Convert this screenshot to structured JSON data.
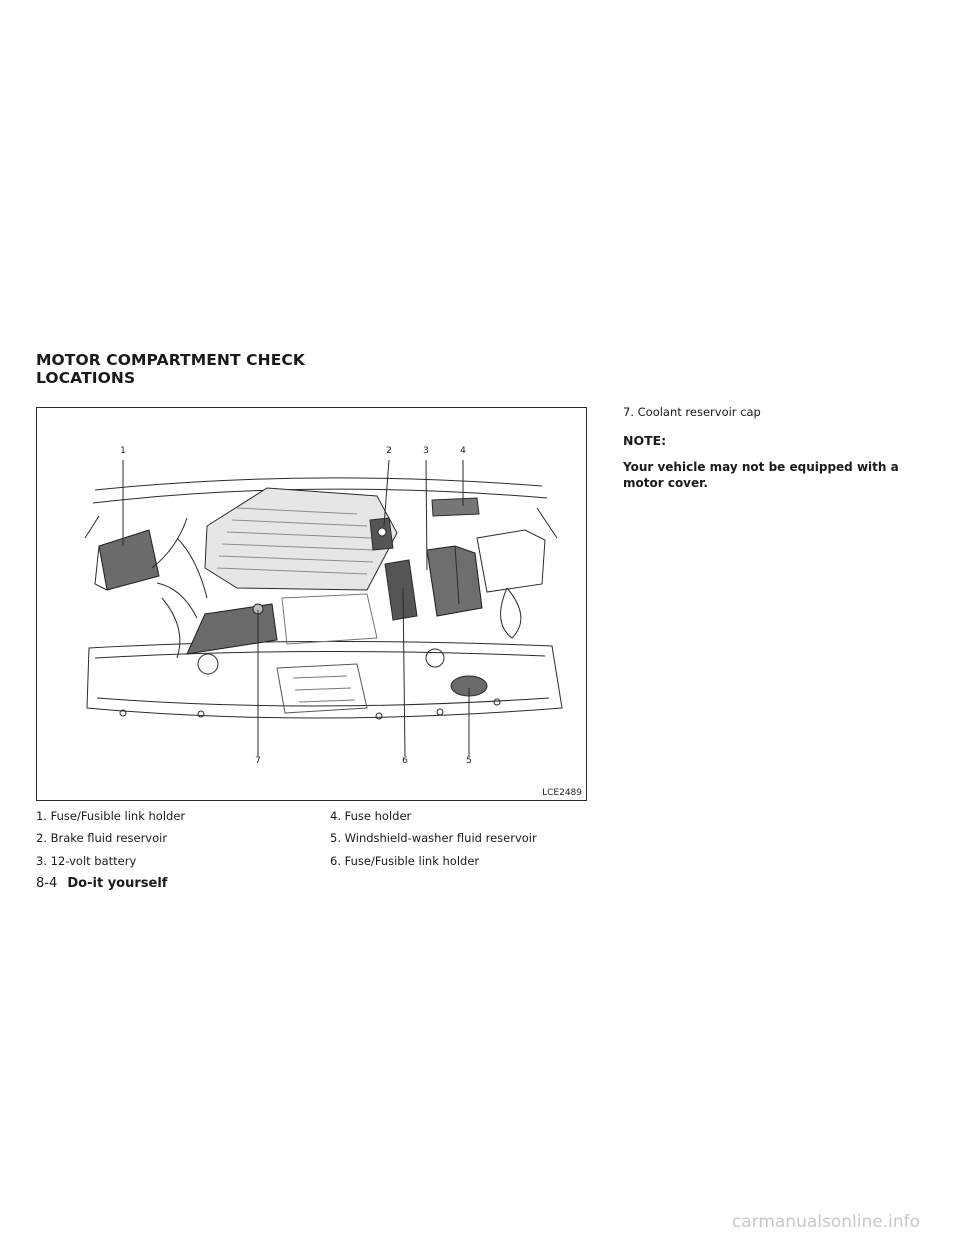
{
  "section": {
    "title_line1": "MOTOR COMPARTMENT CHECK",
    "title_line2": "LOCATIONS"
  },
  "figure": {
    "code": "LCE2489",
    "callouts": [
      "1",
      "2",
      "3",
      "4",
      "5",
      "6",
      "7"
    ]
  },
  "legend": {
    "items": [
      "1. Fuse/Fusible link holder",
      "2. Brake fluid reservoir",
      "3. 12-volt battery",
      "4. Fuse holder",
      "5. Windshield-washer fluid reservoir",
      "6. Fuse/Fusible link holder"
    ],
    "item7": "7. Coolant reservoir cap"
  },
  "note": {
    "label": "NOTE:",
    "text": "Your vehicle may not be equipped with a motor cover."
  },
  "footer": {
    "page_number": "8-4",
    "chapter": "Do-it yourself"
  },
  "watermark": "carmanualsonline.info"
}
